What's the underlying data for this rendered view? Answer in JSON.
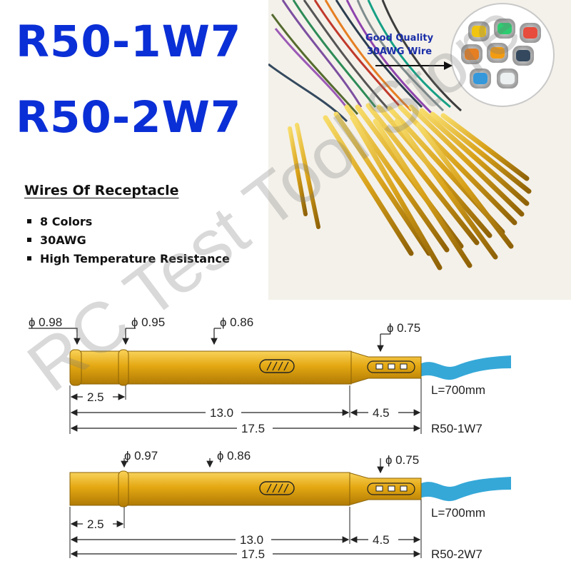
{
  "headline": {
    "model_1": "R50-1W7",
    "model_2": "R50-2W7"
  },
  "features": {
    "title": "Wires Of Receptacle",
    "items": [
      "8 Colors",
      "30AWG",
      "High Temperature Resistance"
    ]
  },
  "inset": {
    "line1": "Good Quality",
    "line2": "30AWG Wire"
  },
  "watermark": "RC Test Tool Store",
  "diagram_1": {
    "d_head": "ɸ 0.98",
    "d_collar": "ɸ 0.95",
    "d_body": "ɸ 0.86",
    "d_tail": "ɸ 0.75",
    "len_head": "2.5",
    "len_body": "13.0",
    "len_tail": "4.5",
    "len_total": "17.5",
    "wire_length": "L=700mm",
    "part": "R50-1W7"
  },
  "diagram_2": {
    "d_collar": "ɸ 0.97",
    "d_body": "ɸ 0.86",
    "d_tail": "ɸ 0.75",
    "len_head": "2.5",
    "len_body": "13.0",
    "len_tail": "4.5",
    "len_total": "17.5",
    "wire_length": "L=700mm",
    "part": "R50-2W7"
  },
  "colors": {
    "title": "#0b2fd6",
    "gold": "#e0a814",
    "wire": "#35a8d8"
  }
}
